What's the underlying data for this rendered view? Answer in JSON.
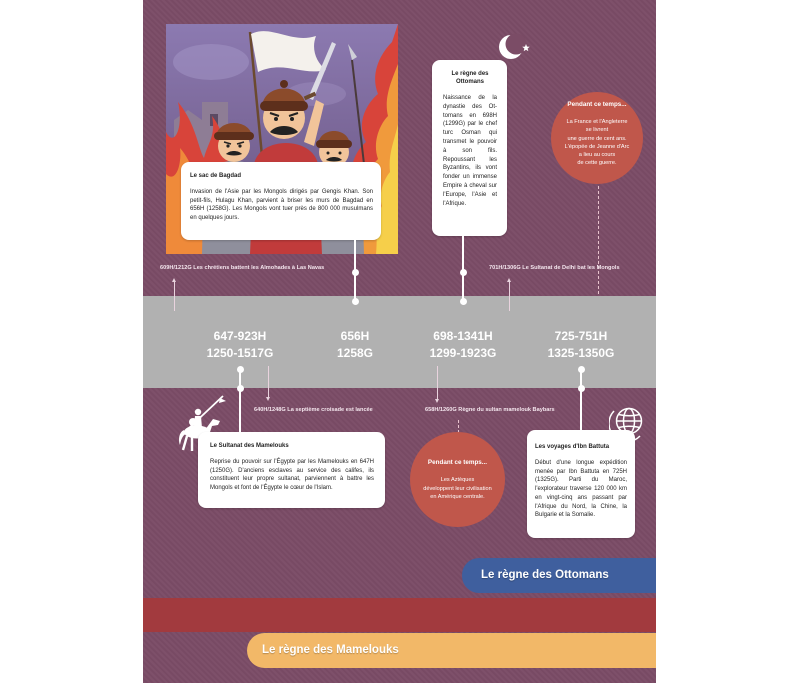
{
  "colors": {
    "background": "#7b4c66",
    "band": "#b1b1b1",
    "dark_band": "#a23a3e",
    "ottomans_banner": "#3f5f9e",
    "mamelouks_banner": "#f2b868",
    "meanwhile_circle": "#c0574b",
    "card": "#ffffff"
  },
  "icons": [
    "crescent-star-icon",
    "knight-icon",
    "globe-icon"
  ],
  "cards": {
    "bagdad": {
      "title": "Le sac de Bagdad",
      "text": "Invasion de l'Asie par les Mongols dirigés par Gengis Khan. Son petit-fils, Hulagu Khan, parvient à briser les murs de Bagdad en 656H (1258G). Les Mongols vont tuer près de 800 000 musulmans en quelques jours."
    },
    "ottomans": {
      "title": "Le règne des Ottomans",
      "text": "Naissance de la dynastie des Ot­tomans en 698H (1299G) par le chef turc Osman qui transmet le pouvoir à son fils. Repoussant les Byzantins, ils vont fonder un im­mense Empire à cheval sur l'Eu­rope, l'Asie et l'Afrique."
    },
    "mamelouks": {
      "title": "Le Sultanat des Mamelouks",
      "text": "Reprise du pouvoir sur l'Égypte par les Mamelouks en 647H (1250G). D'anciens esclaves au service des califes, ils constituent leur propre sultanat, parviennent à battre les Mongols et font de l'Égypte le cœur de l'Islam."
    },
    "battuta": {
      "title": "Les voyages d'Ibn Battuta",
      "text": "Début d'une longue expédition menée par Ibn Battuta en 725H (1325G). Parti du Maroc, l'explorateur traverse 120 000 km en vingt-cinq ans passant par l'Afrique du Nord, la Chine, la Bulgarie et la Somalie."
    }
  },
  "meanwhile": [
    {
      "title": "Pendant ce temps...",
      "lines": [
        "La France et l'Angleterre",
        "se livrent",
        "une guerre de cent ans.",
        "L'épopée de Jeanne d'Arc",
        "a lieu au cours",
        "de cette guerre."
      ]
    },
    {
      "title": "Pendant ce temps...",
      "lines": [
        "Les Aztèques",
        "développent leur civilisation",
        "en Amérique centrale."
      ]
    }
  ],
  "events": [
    {
      "text": "609H/1212G Les chrétiens battent les Almohades à Las Navas"
    },
    {
      "text": "701H/1306G Le Sultanat de Delhi bat les Mongols"
    },
    {
      "text": "640H/1248G La septième croisade est lancée"
    },
    {
      "text": "658H/1260G Règne du sultan mamelouk Baybars"
    }
  ],
  "periods": [
    {
      "hijri": "647-923H",
      "gregorian": "1250-1517G"
    },
    {
      "hijri": "656H",
      "gregorian": "1258G"
    },
    {
      "hijri": "698-1341H",
      "gregorian": "1299-1923G"
    },
    {
      "hijri": "725-751H",
      "gregorian": "1325-1350G"
    }
  ],
  "banners": {
    "ottomans": "Le règne des Ottomans",
    "mamelouks": "Le règne des Mamelouks"
  }
}
